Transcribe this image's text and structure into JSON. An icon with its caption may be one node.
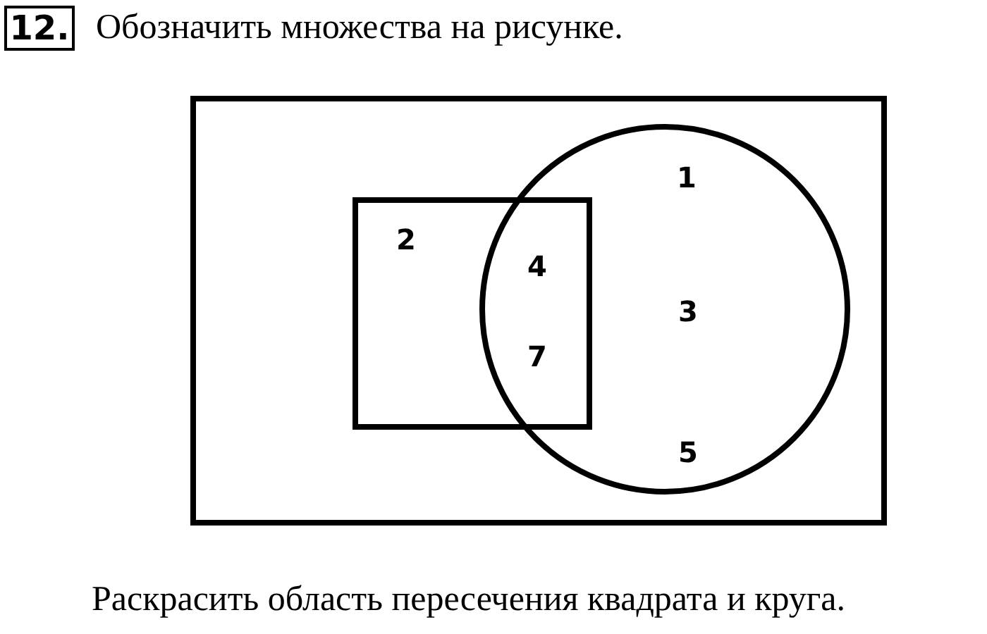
{
  "diagram": {
    "title": "Обозначить множества на рисунке.",
    "caption": "Раскрасить область пересечения квадрата и круга.",
    "nodes": [
      {
        "text": [
          "12."
        ]
      },
      {
        "text": [],
        "shape": "box"
      },
      {
        "text": [],
        "shape": "box",
        "in": 1
      },
      {
        "text": [],
        "shape": "circle",
        "in": 1
      }
    ],
    "labels": [
      "1",
      "2",
      "4",
      "3",
      "7",
      "5"
    ]
  }
}
